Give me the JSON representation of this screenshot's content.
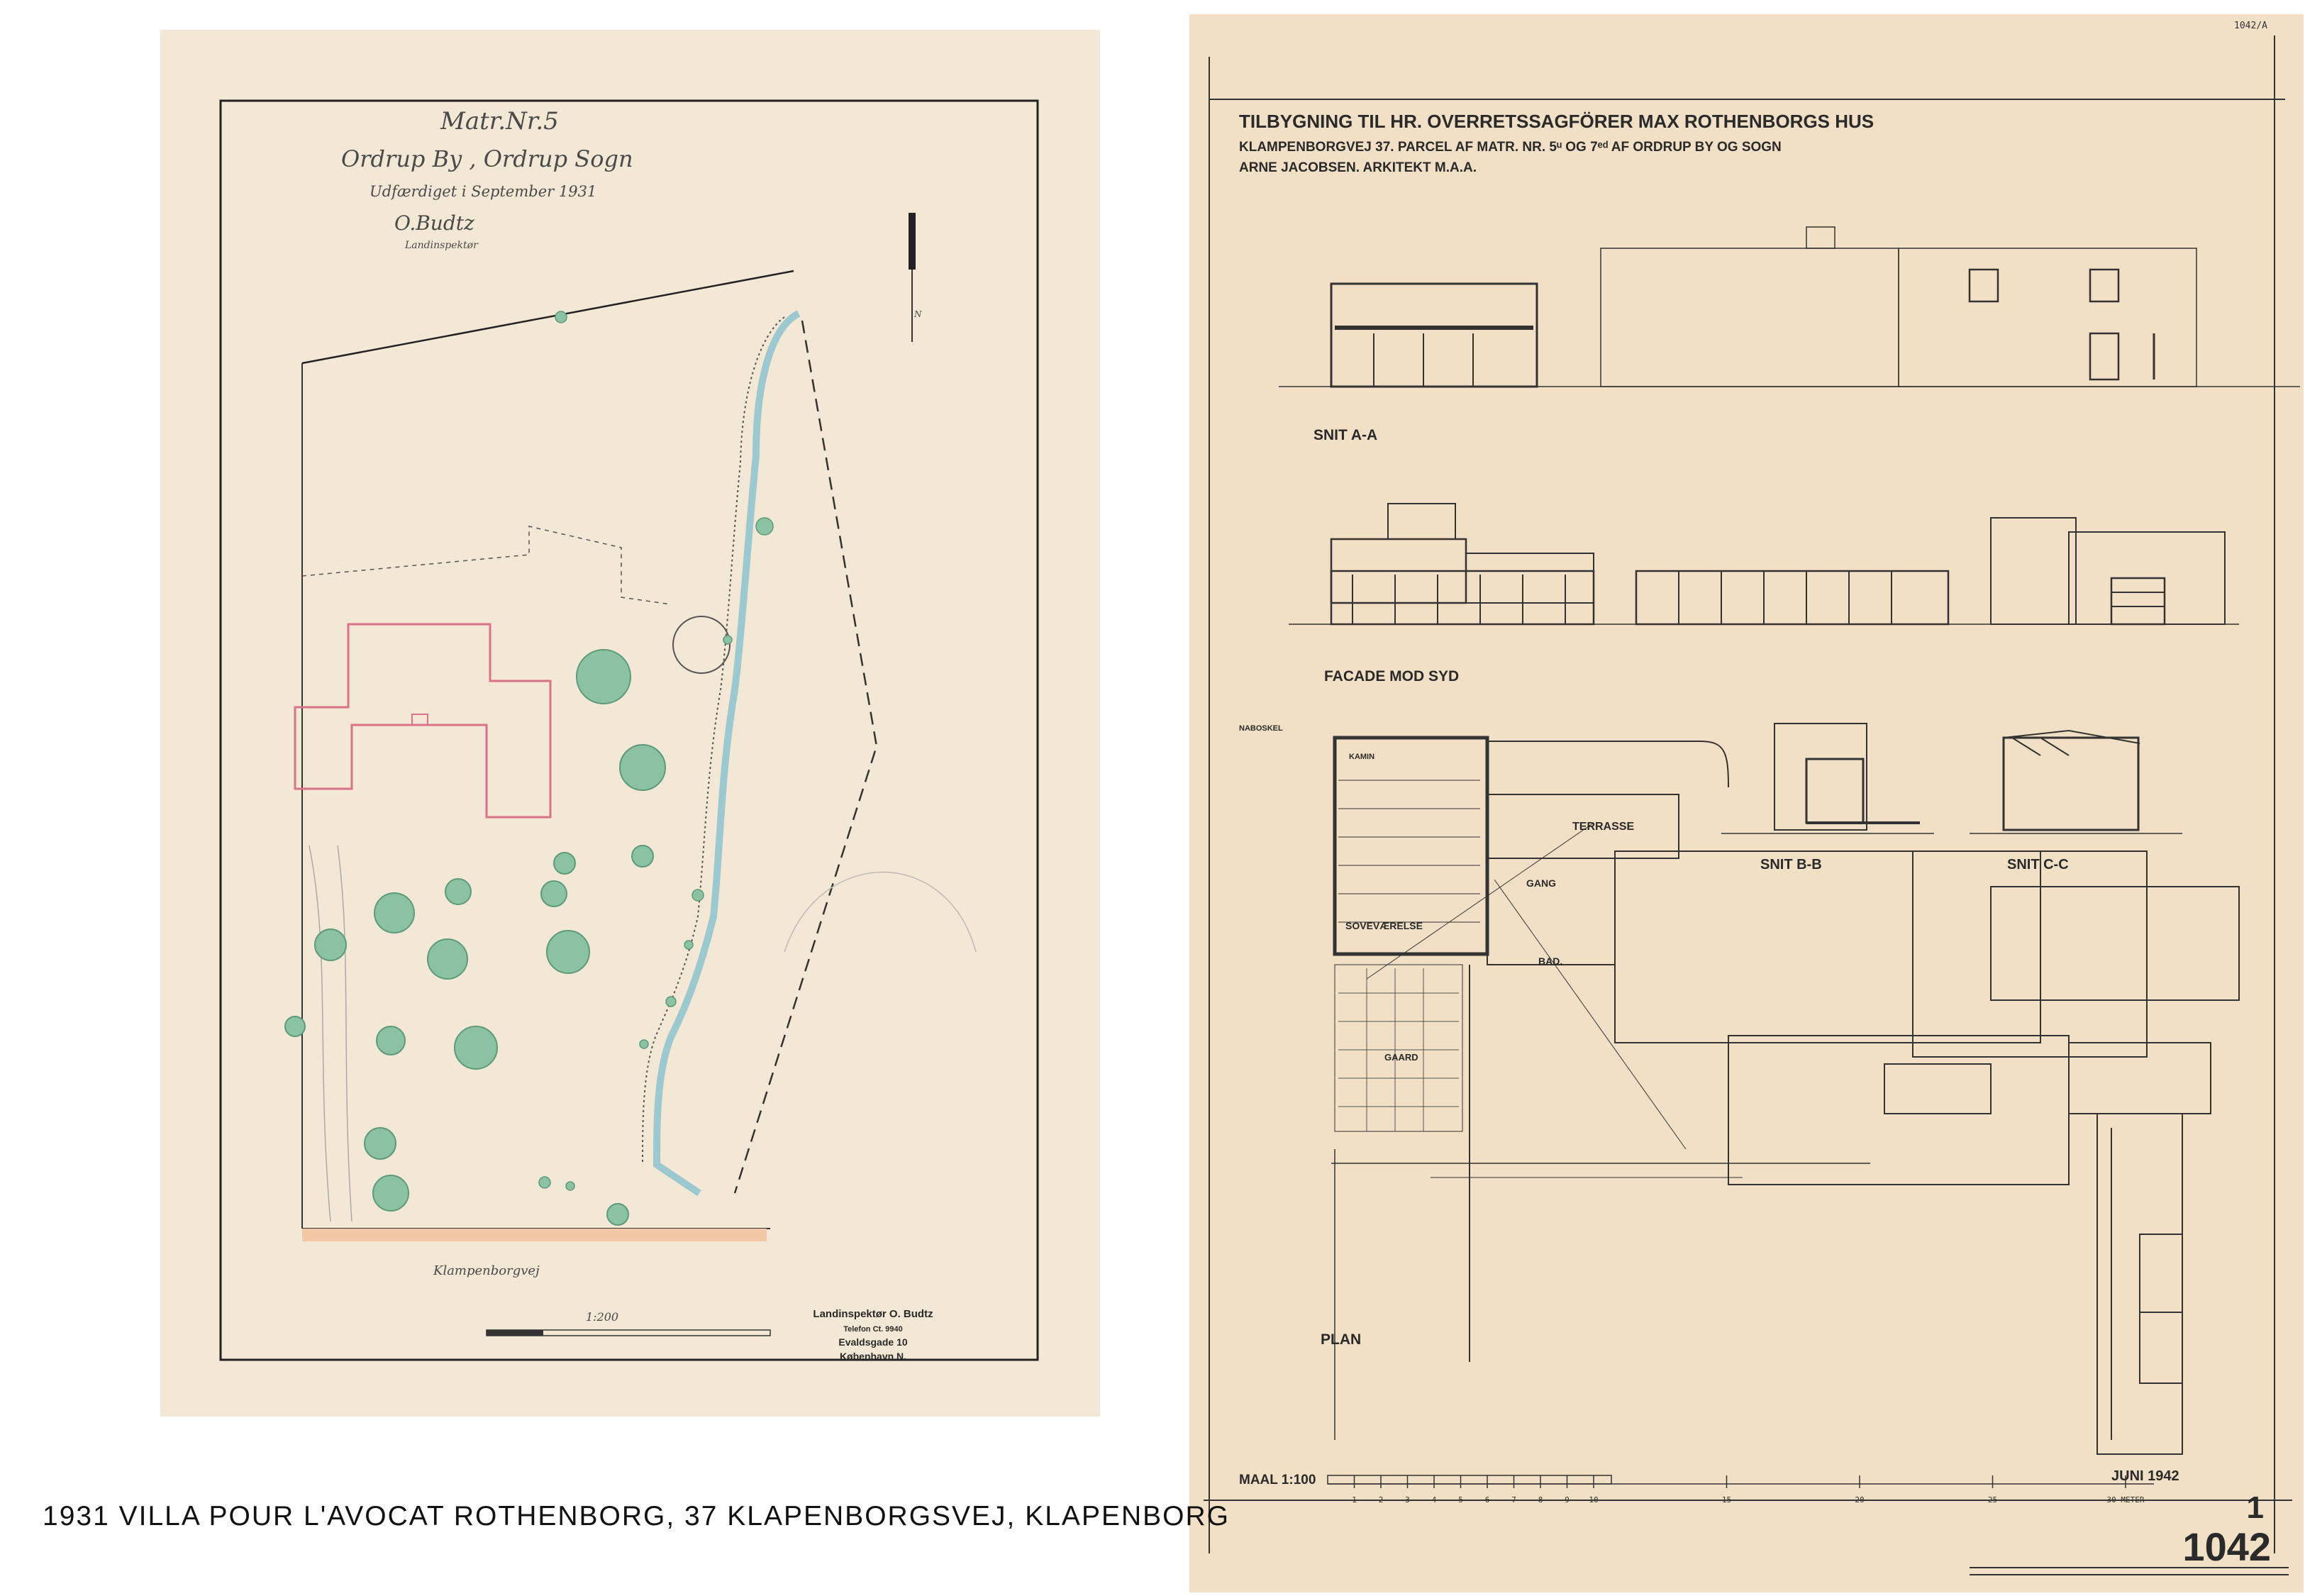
{
  "caption": "1931  VILLA POUR  L'AVOCAT  ROTHENBORG,  37  KLAPENBORGSVEJ,  KLAPENBORG",
  "site_plan": {
    "title": "Matr.Nr.5",
    "subtitle": "Ordrup By , Ordrup Sogn",
    "prepared": "Udfærdiget i September 1931",
    "signature": "O.Budtz",
    "surveyor_label": "Landinspektør",
    "road": "Klampenborgvej",
    "scale": "1:200",
    "north": "N",
    "stamp": {
      "line1": "Landinspektør O. Budtz",
      "line2": "Telefon Ct. 9940",
      "line3": "Evaldsgade 10",
      "line4": "København N."
    },
    "colors": {
      "paper": "#f3e7d5",
      "tree": "#6fae8e",
      "house": "#d9728a",
      "stream": "#9cc8cf"
    }
  },
  "architect_plan": {
    "title": "TILBYGNING TIL HR. OVERRETSSAGFÖRER MAX ROTHENBORGS HUS",
    "address": "KLAMPENBORGVEJ 37. PARCEL AF MATR. NR. 5ᵘ OG 7ᵉᵈ AF ORDRUP BY OG SOGN",
    "architect": "ARNE JACOBSEN. ARKITEKT M.A.A.",
    "labels": {
      "snit_aa": "SNIT A-A",
      "facade": "FACADE MOD SYD",
      "snit_bb": "SNIT B-B",
      "snit_cc": "SNIT C-C",
      "plan": "PLAN",
      "terrasse": "TERRASSE",
      "gang": "GANG",
      "sovevaerelse": "SOVEVÆRELSE",
      "bad": "BAD.",
      "gaard": "GAARD",
      "kamin": "KAMIN",
      "nabo": "NABOSKEL"
    },
    "scale_label": "MAAL 1:100",
    "scale_ticks": [
      "1",
      "2",
      "3",
      "4",
      "5",
      "6",
      "7",
      "8",
      "9",
      "10",
      "15",
      "20",
      "25",
      "30 METER"
    ],
    "date": "JUNI 1942",
    "sheet_no": "1",
    "archive_no": "1042",
    "corner_ref": "1042/A"
  }
}
